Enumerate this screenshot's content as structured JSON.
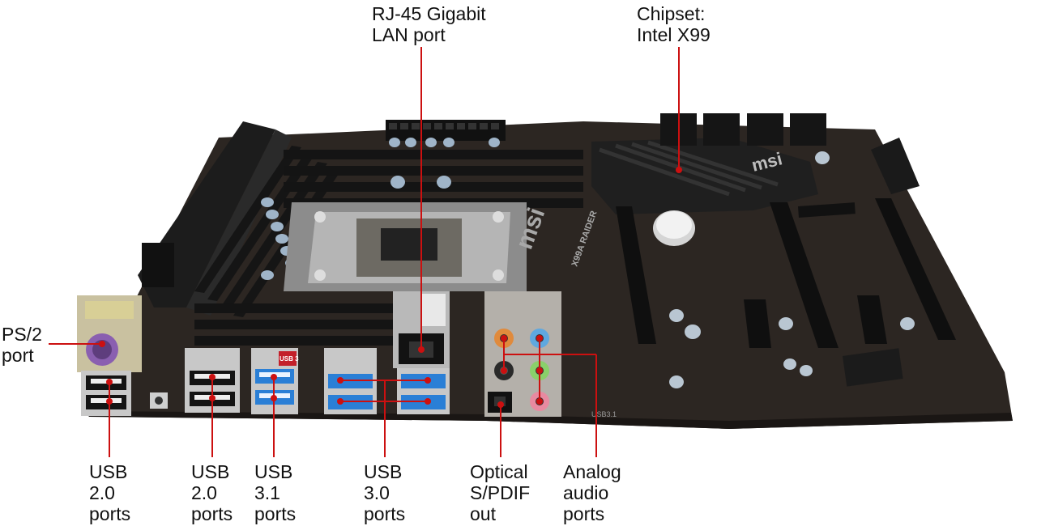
{
  "callouts": {
    "lan": [
      "RJ-45 Gigabit",
      "LAN port"
    ],
    "chipset": [
      "Chipset:",
      "Intel X99"
    ],
    "ps2": [
      "PS/2",
      "port"
    ],
    "usb20_a": [
      "USB",
      "2.0",
      "ports"
    ],
    "usb20_b": [
      "USB",
      "2.0",
      "ports"
    ],
    "usb31": [
      "USB",
      "3.1",
      "ports"
    ],
    "usb30": [
      "USB",
      "3.0",
      "ports"
    ],
    "spdif": [
      "Optical",
      "S/PDIF",
      "out"
    ],
    "audio": [
      "Analog",
      "audio",
      "ports"
    ]
  },
  "board": {
    "brand": "msi",
    "model": "X99A RAIDER",
    "usb31_badge": "USB 3",
    "rear_label": "USB3.1"
  },
  "colors": {
    "pcb": "#2c2622",
    "heatsink": "#222222",
    "usb3_blue": "#2a7fd6",
    "callout_line": "#cc1010",
    "ps2_purple": "#8a5fb0",
    "audio_orange": "#e08a3c",
    "audio_blue": "#5fa8e0",
    "audio_green": "#8ad06a",
    "audio_pink": "#e88aa0"
  }
}
